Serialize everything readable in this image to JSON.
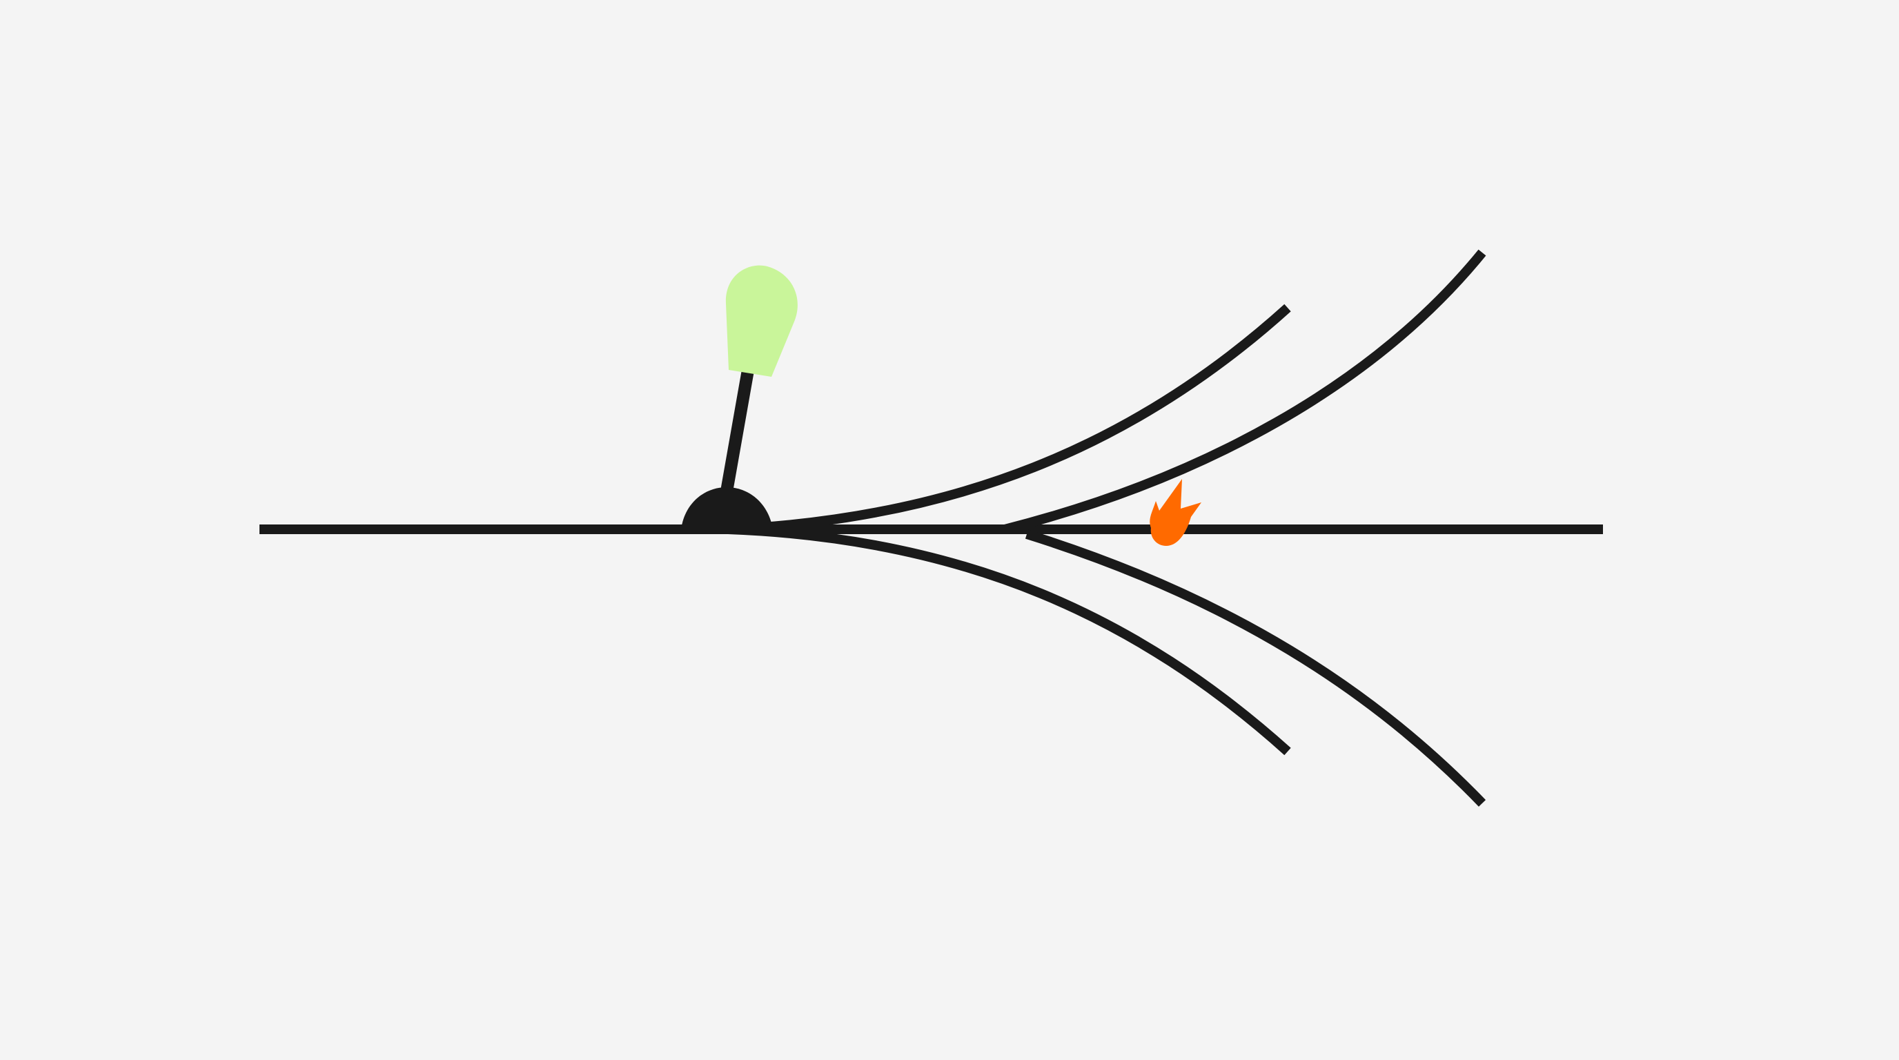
{
  "scene": {
    "background_color": "#f4f4f4",
    "stroke_color": "#1a1a1a",
    "handle_color": "#c9f59a",
    "flame_color": "#ff6a00"
  },
  "icons": {
    "lever": "lever-switch-icon",
    "flame": "fire-icon"
  },
  "tracks": {
    "main_line": "straight",
    "branches": [
      "upper-inner",
      "upper-outer",
      "lower-inner",
      "lower-outer"
    ]
  }
}
